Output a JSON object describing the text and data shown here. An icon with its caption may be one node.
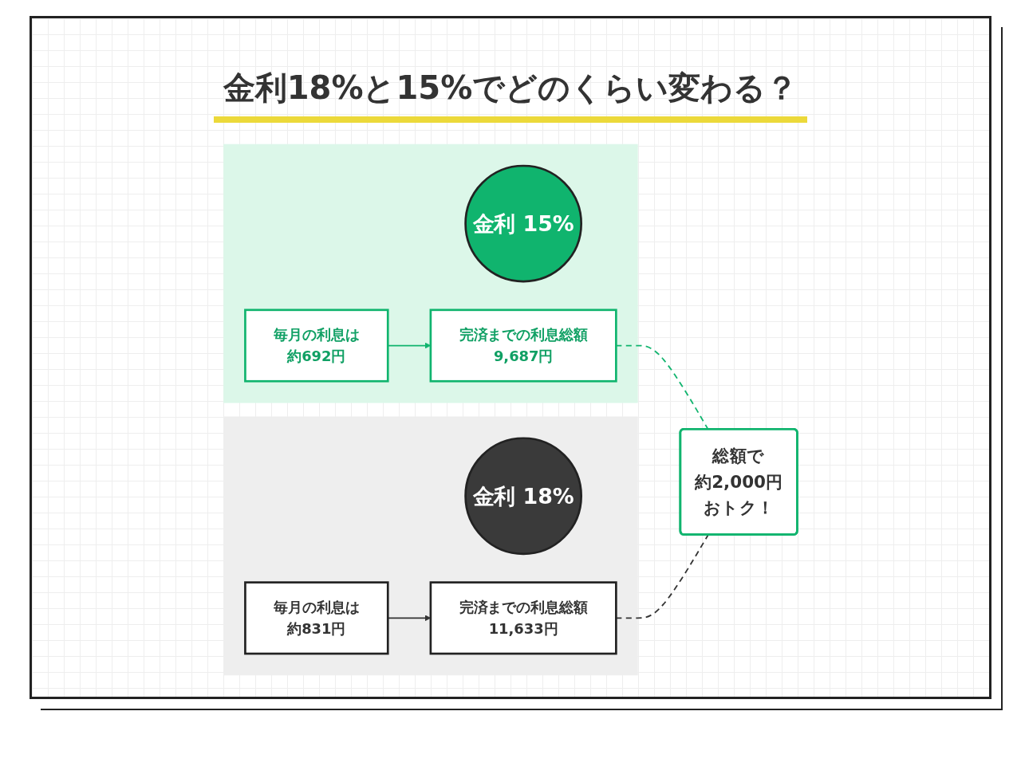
{
  "diagram": {
    "title": "金利18%と15%でどのくらい変わる？",
    "nodes": [
      {
        "text": [],
        "shape": "box"
      },
      {
        "text": [
          "金利 15%"
        ],
        "in": 0
      },
      {
        "text": [
          "毎月の利息は",
          "約692円"
        ],
        "in": 0
      },
      {
        "text": [
          "完済までの利息総額",
          "9,687円"
        ],
        "in": 0
      },
      {
        "text": [],
        "shape": "box"
      },
      {
        "text": [
          "金利 18%"
        ],
        "in": 4
      },
      {
        "text": [
          "毎月の利息は",
          "約831円"
        ],
        "in": 4
      },
      {
        "text": [
          "完済までの利息総額",
          "11,633円"
        ],
        "in": 4
      },
      {
        "text": [
          "総額で",
          "約2,000円",
          "おトク！"
        ]
      }
    ],
    "edges": [
      {
        "from": 2,
        "to": 3,
        "arrow": "to",
        "color": "#10b46e"
      },
      {
        "from": 6,
        "to": 7,
        "arrow": "to",
        "color": "#333333"
      },
      {
        "from": 3,
        "to": 8,
        "arrow": "none",
        "style": "dashed",
        "color": "#10b46e"
      },
      {
        "from": 7,
        "to": 8,
        "arrow": "none",
        "style": "dashed",
        "color": "#333333"
      }
    ]
  }
}
